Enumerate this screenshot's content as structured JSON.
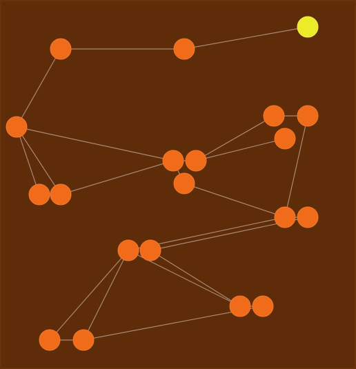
{
  "game": {
    "colors": {
      "background": "#5f2c09",
      "edge": "#a98a74",
      "node": "#f06c1b",
      "selected_node": "#eceb2a"
    },
    "nodes": [
      {
        "id": "n1",
        "state": "normal"
      },
      {
        "id": "n2",
        "state": "normal"
      },
      {
        "id": "n3",
        "state": "selected"
      },
      {
        "id": "n4",
        "state": "normal"
      },
      {
        "id": "n5",
        "state": "normal"
      },
      {
        "id": "n6",
        "state": "normal"
      },
      {
        "id": "n7",
        "state": "normal"
      },
      {
        "id": "n8",
        "state": "normal"
      },
      {
        "id": "n9",
        "state": "normal"
      },
      {
        "id": "n10",
        "state": "normal"
      },
      {
        "id": "n11",
        "state": "normal"
      },
      {
        "id": "n12",
        "state": "normal"
      },
      {
        "id": "n13",
        "state": "normal"
      },
      {
        "id": "n14",
        "state": "normal"
      },
      {
        "id": "n15",
        "state": "normal"
      },
      {
        "id": "n16",
        "state": "normal"
      },
      {
        "id": "n17",
        "state": "normal"
      },
      {
        "id": "n18",
        "state": "normal"
      },
      {
        "id": "n19",
        "state": "normal"
      },
      {
        "id": "n20",
        "state": "normal"
      }
    ],
    "edges": [
      {
        "from": "n1",
        "to": "n2"
      },
      {
        "from": "n2",
        "to": "n3"
      },
      {
        "from": "n1",
        "to": "n4"
      },
      {
        "from": "n4",
        "to": "n5"
      },
      {
        "from": "n4",
        "to": "n6"
      },
      {
        "from": "n4",
        "to": "n7"
      },
      {
        "from": "n6",
        "to": "n7"
      },
      {
        "from": "n7",
        "to": "n8"
      },
      {
        "from": "n7",
        "to": "n9"
      },
      {
        "from": "n8",
        "to": "n10"
      },
      {
        "from": "n8",
        "to": "n11"
      },
      {
        "from": "n10",
        "to": "n12"
      },
      {
        "from": "n12",
        "to": "n13"
      },
      {
        "from": "n9",
        "to": "n13"
      },
      {
        "from": "n13",
        "to": "n14"
      },
      {
        "from": "n13",
        "to": "n15"
      },
      {
        "from": "n14",
        "to": "n16"
      },
      {
        "from": "n15",
        "to": "n17"
      },
      {
        "from": "n16",
        "to": "n17"
      },
      {
        "from": "n15",
        "to": "n18"
      },
      {
        "from": "n15",
        "to": "n19"
      },
      {
        "from": "n17",
        "to": "n20"
      },
      {
        "from": "n18",
        "to": "n19"
      },
      {
        "from": "n19",
        "to": "n20"
      }
    ]
  }
}
